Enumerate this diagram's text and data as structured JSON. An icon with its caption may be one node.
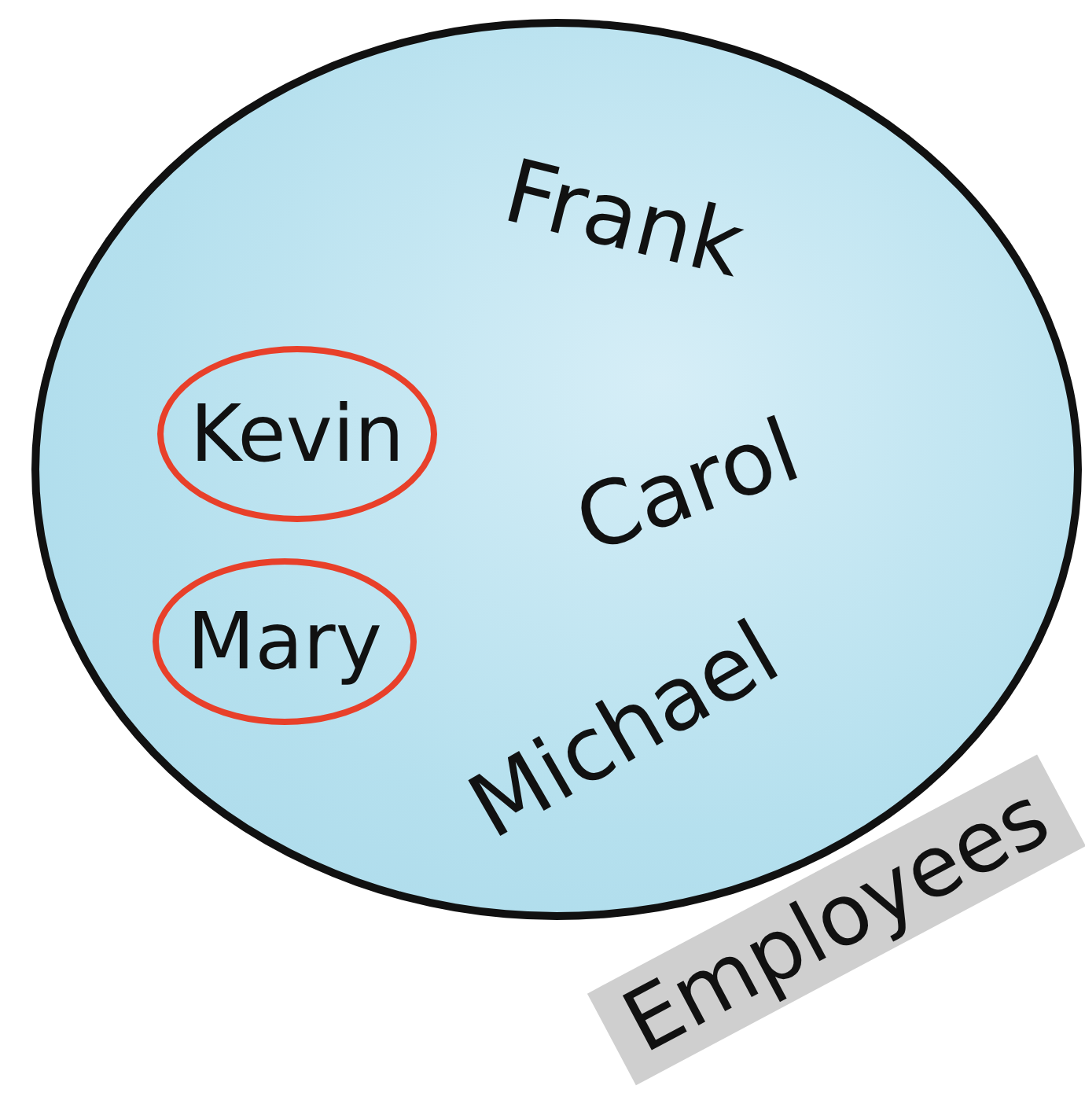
{
  "diagram": {
    "nodes": [
      {
        "text": [
          "Employees"
        ]
      },
      {
        "text": [
          "Kevin"
        ],
        "in": 0
      },
      {
        "text": [
          "Mary"
        ],
        "in": 0
      }
    ],
    "labels": [
      "Frank",
      "Carol",
      "Michael"
    ]
  }
}
